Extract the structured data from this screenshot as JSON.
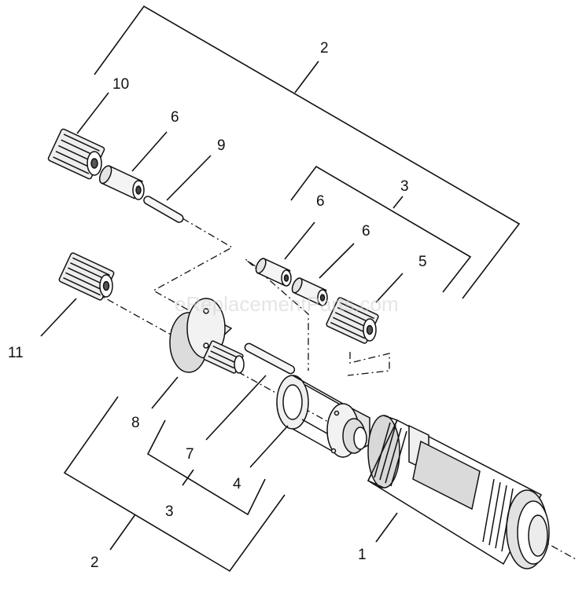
{
  "watermark": "eReplacementParts.com",
  "callouts": {
    "c1": "1",
    "c2_top": "2",
    "c2_bottom": "2",
    "c3_top": "3",
    "c3_bottom": "3",
    "c4": "4",
    "c5": "5",
    "c6_a": "6",
    "c6_b": "6",
    "c6_c": "6",
    "c7": "7",
    "c8": "8",
    "c9": "9",
    "c10": "10",
    "c11": "11"
  }
}
